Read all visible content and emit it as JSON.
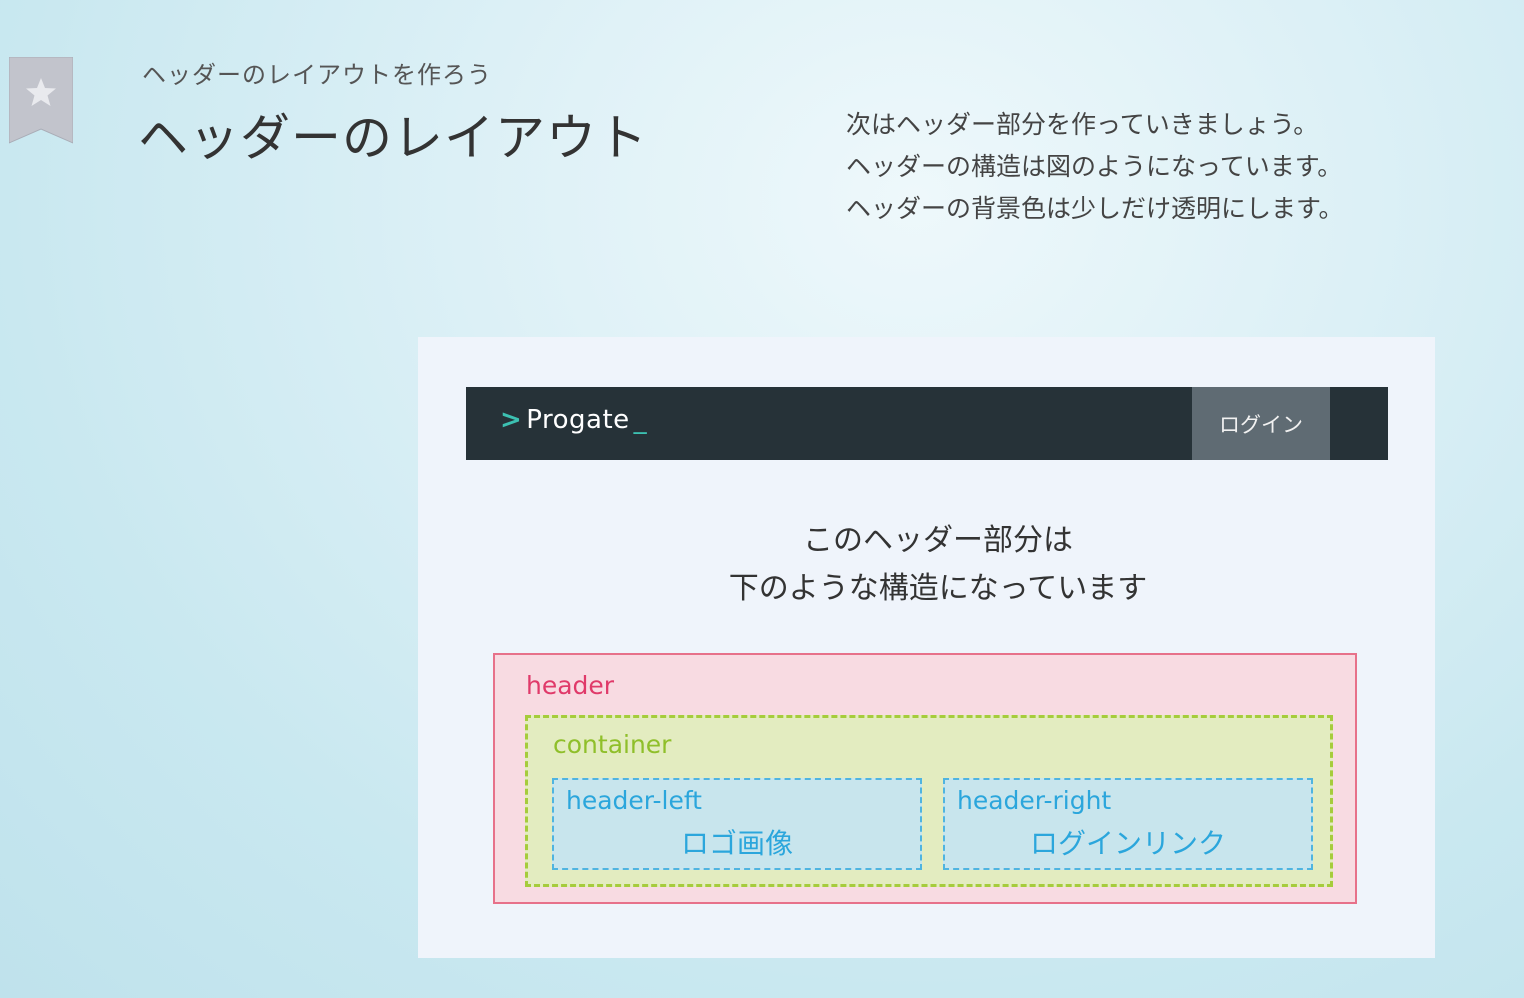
{
  "lesson": {
    "subtitle": "ヘッダーのレイアウトを作ろう",
    "title": "ヘッダーのレイアウト",
    "description": [
      "次はヘッダー部分を作っていきましょう。",
      "ヘッダーの構造は図のようになっています。",
      "ヘッダーの背景色は少しだけ透明にします。"
    ],
    "bookmark_icon": "star-icon"
  },
  "mockup": {
    "logo_chevron": ">",
    "logo_text": "Progate",
    "logo_cursor": "_",
    "login_label": "ログイン",
    "explanation": [
      "このヘッダー部分は",
      "下のような構造になっています"
    ]
  },
  "diagram": {
    "header_label": "header",
    "container_label": "container",
    "left_label": "header-left",
    "left_content": "ロゴ画像",
    "right_label": "header-right",
    "right_content": "ログインリンク"
  },
  "colors": {
    "header_dark": "#263238",
    "logo_accent": "#3cc1b2",
    "login_bg": "#5f6b73",
    "header_box": "#e7718a",
    "container_box": "#a6cc3c",
    "inner_box": "#4fb4e0"
  }
}
